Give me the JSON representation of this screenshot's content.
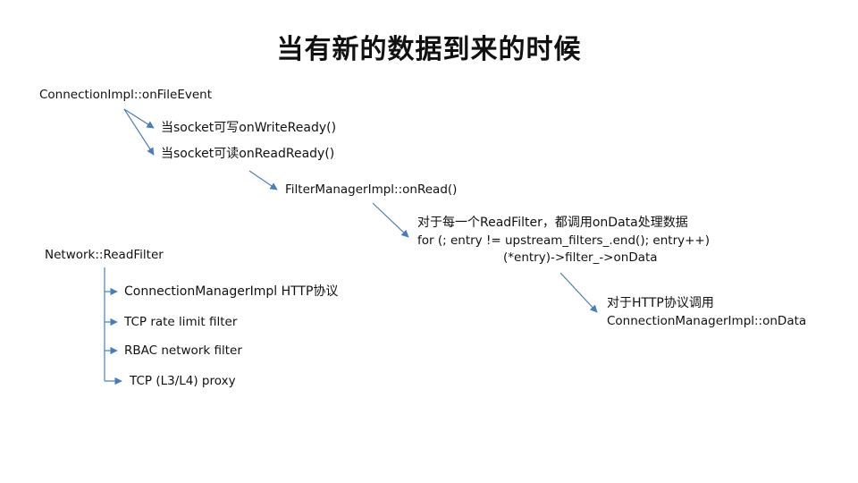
{
  "title": "当有新的数据到来的时候",
  "nodes": {
    "on_file_event": "ConnectionImpl::onFileEvent",
    "on_write_ready": "当socket可写onWriteReady()",
    "on_read_ready": "当socket可读onReadReady()",
    "filter_manager_on_read": "FilterManagerImpl::onRead()",
    "for_each_filter": "对于每一个ReadFilter，都调用onData处理数据",
    "for_loop": "for (; entry != upstream_filters_.end(); entry++)",
    "loop_body": "(*entry)->filter_->onData",
    "http_note_line1": "对于HTTP协议调用",
    "http_note_line2": "ConnectionManagerImpl::onData",
    "read_filter_root": "Network::ReadFilter"
  },
  "read_filters": [
    "ConnectionManagerImpl  HTTP协议",
    "TCP rate limit filter",
    "RBAC network filter",
    "TCP (L3/L4) proxy"
  ],
  "colors": {
    "arrow": "#4a7ebb",
    "text": "#111111",
    "background": "#ffffff"
  }
}
